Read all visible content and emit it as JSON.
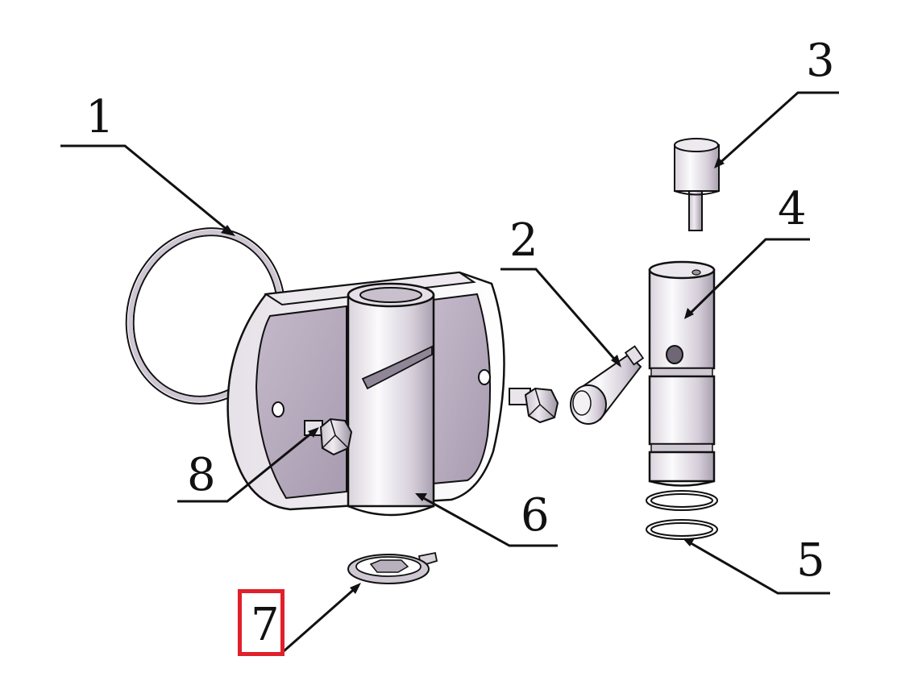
{
  "diagram": {
    "labels": {
      "l1": "1",
      "l2": "2",
      "l3": "3",
      "l4": "4",
      "l5": "5",
      "l6": "6",
      "l7": "7",
      "l8": "8"
    },
    "colors": {
      "line": "#111111",
      "plate": "#b9adc0",
      "metal_light": "#f1eef2",
      "metal_mid": "#cfc8d3",
      "metal_dark": "#8f8697",
      "highlight": "#e0202a"
    },
    "highlighted_label": "7"
  }
}
